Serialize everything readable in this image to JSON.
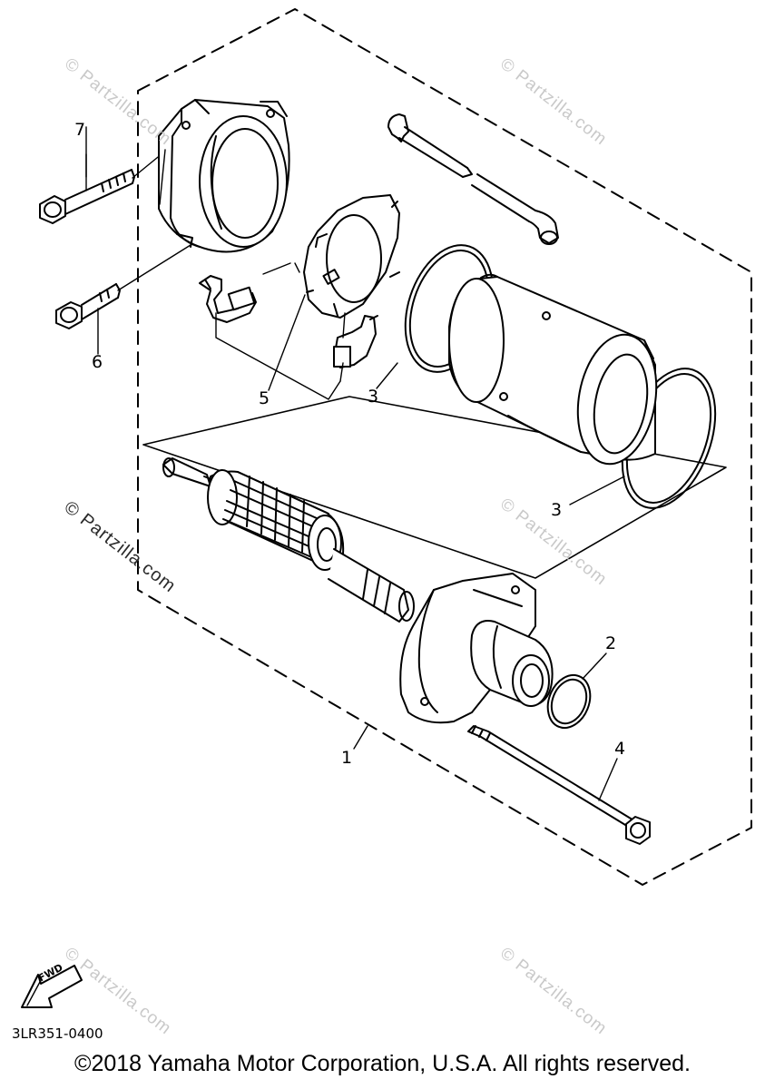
{
  "watermarks": {
    "text_faint": "© Partzilla.com",
    "text_dark": "© Partzilla.com"
  },
  "callouts": {
    "c1": "1",
    "c2": "2",
    "c3a": "3",
    "c3b": "3",
    "c4": "4",
    "c5": "5",
    "c6": "6",
    "c7": "7"
  },
  "fwd_label": "FWD",
  "diagram_code": "3LR351-0400",
  "copyright": "©2018 Yamaha Motor Corporation, U.S.A. All rights reserved.",
  "icons": [
    "fwd-arrow-icon"
  ],
  "colors": {
    "line": "#000000",
    "watermark": "#c9c9c9",
    "background": "#ffffff"
  }
}
